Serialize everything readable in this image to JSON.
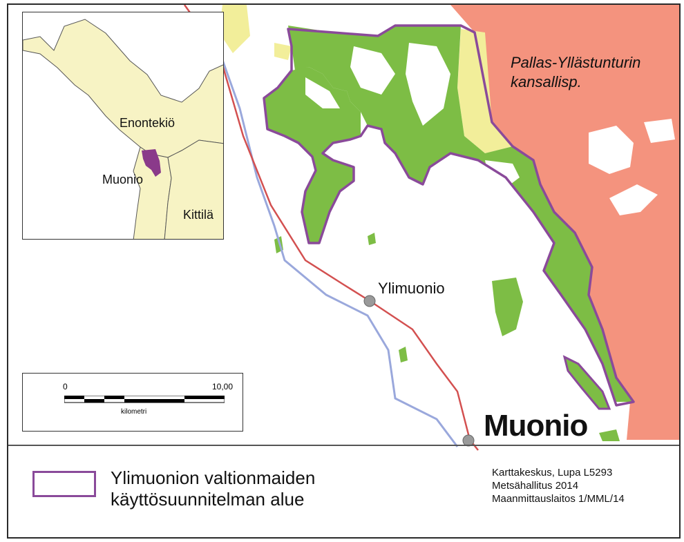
{
  "map": {
    "places": {
      "ylimuonio": "Ylimuonio",
      "muonio": "Muonio",
      "park_line1": "Pallas-Yllästunturin",
      "park_line2": "kansallisp."
    },
    "colors": {
      "national_park": "#f4937e",
      "state_land": "#7dbd45",
      "other_land": "#f2ee9a",
      "boundary": "#8a4a9a",
      "road": "#d35050",
      "border": "#9aa8dc",
      "town": "#9a9a9a"
    }
  },
  "inset": {
    "labels": {
      "enontekio": "Enontekiö",
      "muonio": "Muonio",
      "kittila": "Kittilä"
    },
    "colors": {
      "fill": "#f7f3c4",
      "highlight": "#8a3a8a"
    }
  },
  "scalebar": {
    "start": "0",
    "end": "10,00",
    "unit": "kilometri"
  },
  "legend": {
    "line1": "Ylimuonion valtionmaiden",
    "line2": "käyttösuunnitelman alue"
  },
  "credits": {
    "line1": "Karttakeskus, Lupa L5293",
    "line2": "Metsähallitus 2014",
    "line3": "Maanmittauslaitos 1/MML/14"
  }
}
